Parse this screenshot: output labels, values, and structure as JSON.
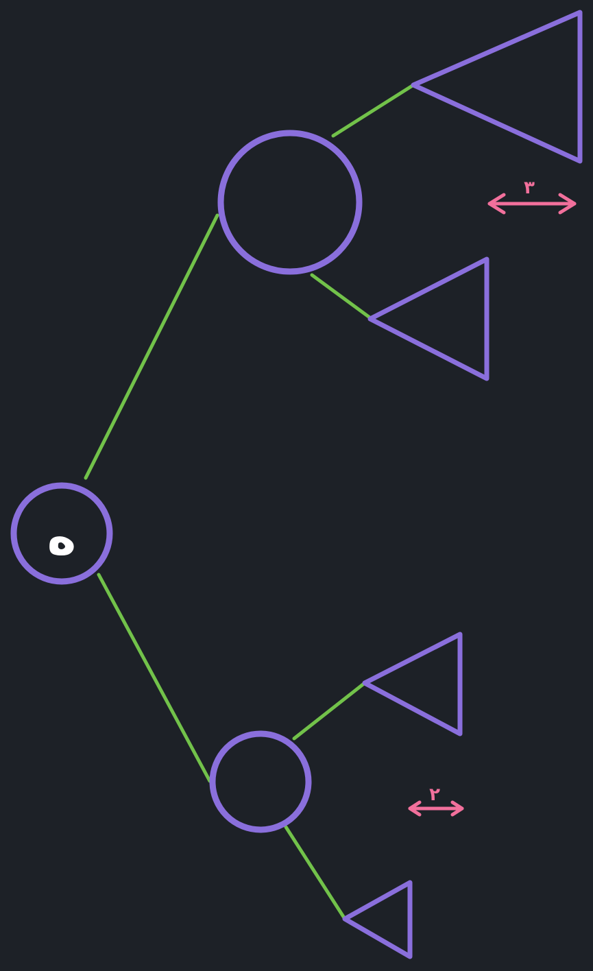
{
  "diagram": {
    "colors": {
      "background": "#1d2127",
      "node_stroke": "#8a6fdc",
      "edge": "#72c24a",
      "arrow": "#f2709c",
      "label": "#ffffff"
    },
    "root": {
      "label": "ﻩ"
    },
    "top_arrow": {
      "label": "٣"
    },
    "bottom_arrow": {
      "label": "٢"
    }
  }
}
